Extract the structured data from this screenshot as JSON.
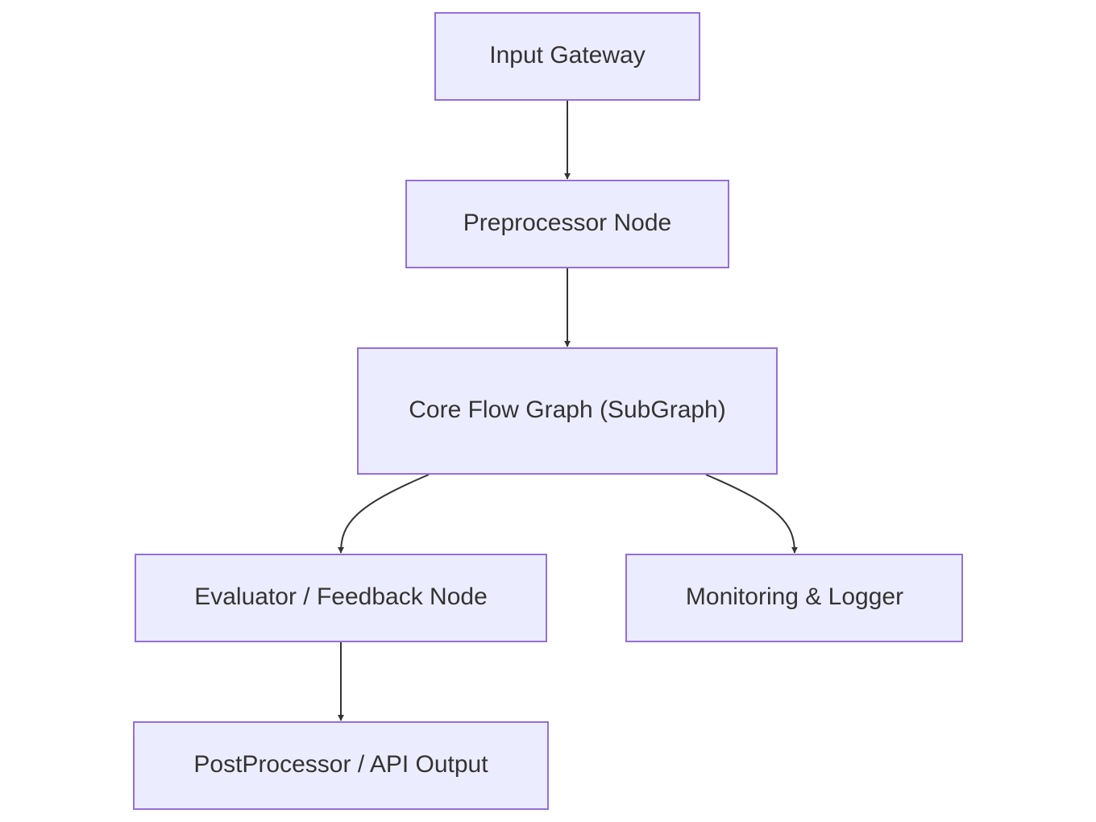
{
  "diagram": {
    "type": "flowchart",
    "direction": "top-down",
    "colors": {
      "node_fill": "#ececff",
      "node_border": "#9370db",
      "text": "#333333",
      "edge": "#333333",
      "background": "#ffffff"
    },
    "nodes": [
      {
        "id": "input",
        "label": "Input Gateway"
      },
      {
        "id": "pre",
        "label": "Preprocessor Node"
      },
      {
        "id": "core",
        "label": "Core Flow Graph (SubGraph)"
      },
      {
        "id": "eval",
        "label": "Evaluator / Feedback Node"
      },
      {
        "id": "mon",
        "label": "Monitoring & Logger"
      },
      {
        "id": "post",
        "label": "PostProcessor / API Output"
      }
    ],
    "edges": [
      {
        "from": "input",
        "to": "pre"
      },
      {
        "from": "pre",
        "to": "core"
      },
      {
        "from": "core",
        "to": "eval"
      },
      {
        "from": "core",
        "to": "mon"
      },
      {
        "from": "eval",
        "to": "post"
      }
    ]
  }
}
